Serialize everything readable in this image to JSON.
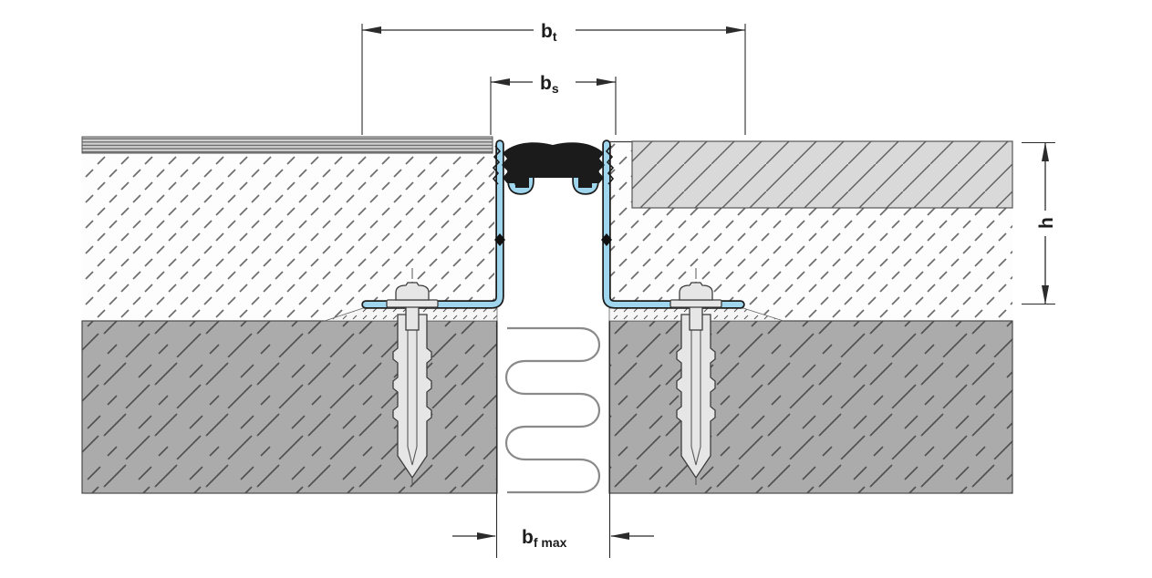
{
  "diagram": {
    "subject": "expansion-joint-profile-floor-cross-section",
    "labels": {
      "bt_base": "b",
      "bt_sub": "t",
      "bs_base": "b",
      "bs_sub": "s",
      "bf_base": "b",
      "bf_sub": "f max",
      "h": "h"
    },
    "colors": {
      "background": "#ffffff",
      "line": "#2b2b2b",
      "metal": "#9fd6ee",
      "metal_outline": "#1c1c1c",
      "rubber": "#1b1b1b",
      "concrete_fill": "#ababab",
      "concrete_hatch": "#4f4f4f",
      "screed_hatch": "#6e6e6e",
      "tile_fill": "#d9d9d9",
      "tile_hatch": "#5f5f5f",
      "covering_fill": "#d2d2d2",
      "covering_stripe": "#6a6a6a",
      "mortar_hatch": "#5a5a5a",
      "hardware_fill": "#e6e6e6",
      "hardware_outline": "#3c3c3c",
      "foam_line": "#8a8a8a"
    }
  }
}
